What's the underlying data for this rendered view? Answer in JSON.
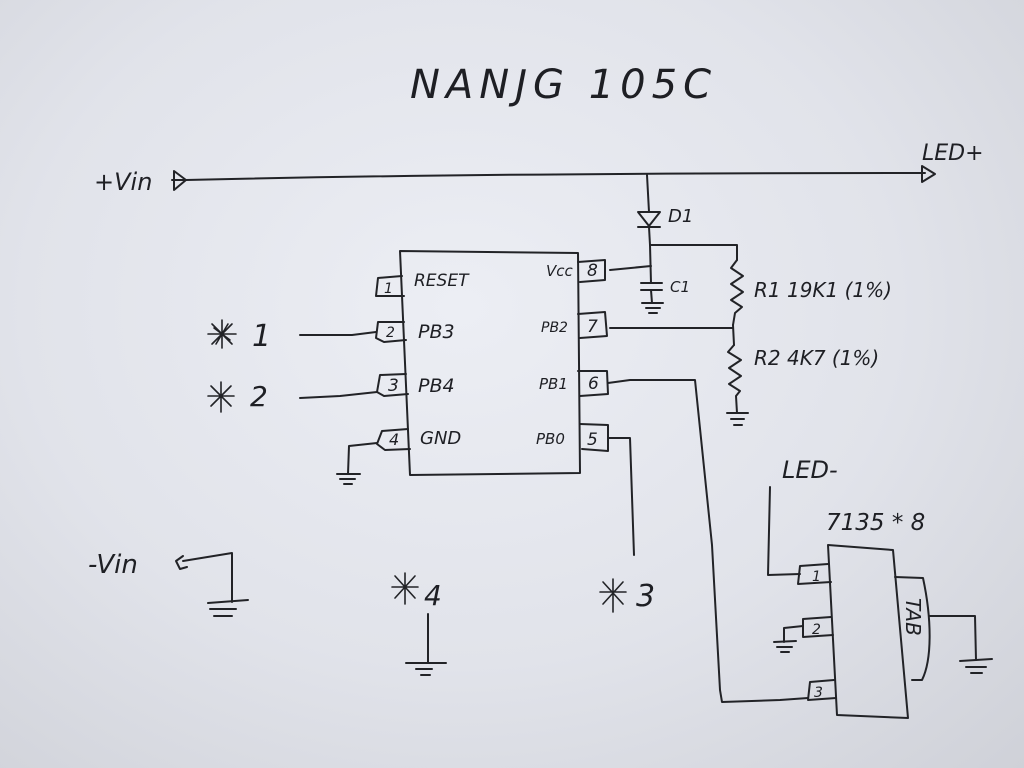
{
  "title": "NANJG 105C",
  "rails": {
    "vin_pos": "+Vin",
    "led_pos": "LED+",
    "vin_neg": "-Vin",
    "led_neg": "LED-"
  },
  "mcu": {
    "pins": [
      {
        "num": "1",
        "name": "RESET",
        "side": "left"
      },
      {
        "num": "2",
        "name": "PB3",
        "side": "left"
      },
      {
        "num": "3",
        "name": "PB4",
        "side": "left"
      },
      {
        "num": "4",
        "name": "GND",
        "side": "left"
      },
      {
        "num": "8",
        "name": "Vcc",
        "side": "right"
      },
      {
        "num": "7",
        "name": "PB2",
        "side": "right"
      },
      {
        "num": "6",
        "name": "PB1",
        "side": "right"
      },
      {
        "num": "5",
        "name": "PB0",
        "side": "right"
      }
    ]
  },
  "components": {
    "d1": "D1",
    "c1": "C1",
    "r1": "R1 19K1 (1%)",
    "r2": "R2 4K7 (1%)"
  },
  "driver": {
    "label": "7135 * 8",
    "pins": [
      "1",
      "2",
      "3"
    ],
    "tab": "TAB"
  },
  "stars": {
    "s1": "1",
    "s2": "2",
    "s3": "3",
    "s4": "4"
  },
  "colors": {
    "ink": "#222327",
    "paper": "#e6e8ee"
  }
}
